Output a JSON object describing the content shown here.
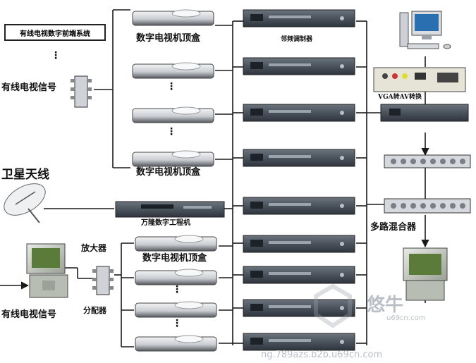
{
  "diagram": {
    "title_box": "有线电视数字前端系统",
    "labels": {
      "cable_signal_top": "有线电视信号",
      "stb_top": "数字电视机顶盒",
      "stb_mid": "数字电视机顶盒",
      "stb_bottom": "数字电视机顶盒",
      "adjacent_modulator": "邻频调制器",
      "vga_av": "VGA转AV转换",
      "satellite_antenna": "卫星天线",
      "engineering_unit": "万隆数字工程机",
      "amplifier": "放大器",
      "multi_mixer": "多路混合器",
      "cable_signal_bottom": "有线电视信号",
      "splitter": "分配器",
      "dots": "⋮"
    },
    "watermark": {
      "brand": "悠牛",
      "site": "u69cn.com",
      "url": "ng.789azs.b2b.u69cn.com"
    },
    "colors": {
      "line": "#1a1a1a",
      "device_dark": "#3f4650",
      "device_light": "#e4e6ea",
      "watermark": "#b9bfc6"
    }
  }
}
